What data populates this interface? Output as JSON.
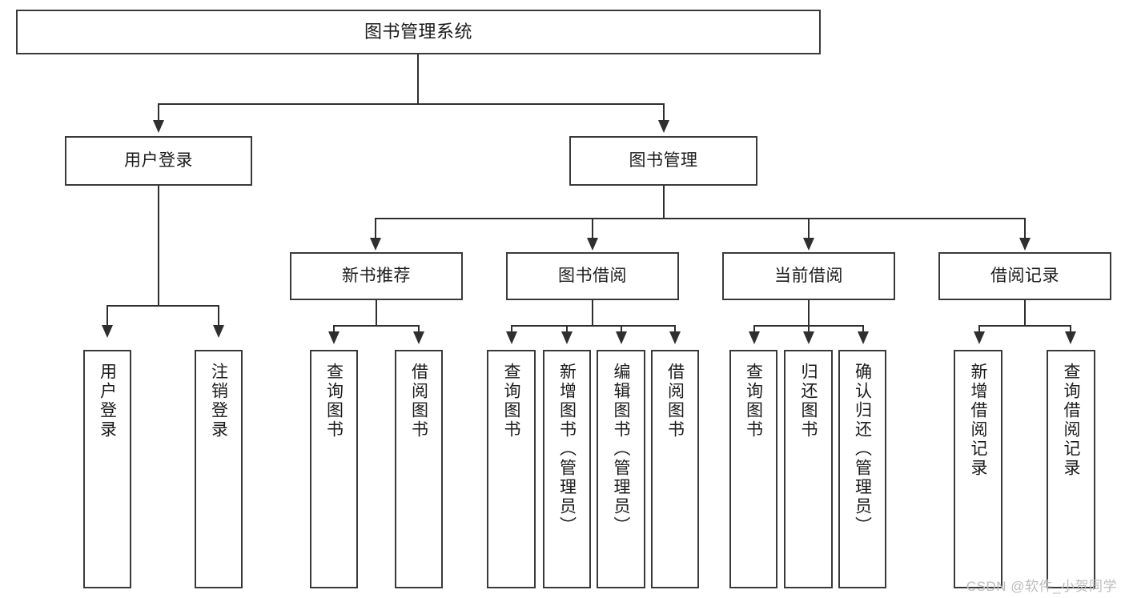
{
  "diagram": {
    "title_node": {
      "label": "图书管理系统"
    },
    "level2": [
      {
        "id": "user-login",
        "label": "用户登录"
      },
      {
        "id": "book-management",
        "label": "图书管理"
      }
    ],
    "level3": [
      {
        "id": "new-book-recommend",
        "label": "新书推荐"
      },
      {
        "id": "book-borrow",
        "label": "图书借阅"
      },
      {
        "id": "current-borrow",
        "label": "当前借阅"
      },
      {
        "id": "borrow-record",
        "label": "借阅记录"
      }
    ],
    "leaves": {
      "user_login": [
        {
          "id": "leaf-user-login",
          "label": "用户登录"
        },
        {
          "id": "leaf-logout-login",
          "label": "注销登录"
        }
      ],
      "new_book_recommend": [
        {
          "id": "leaf-query-book-1",
          "label": "查询图书"
        },
        {
          "id": "leaf-borrow-book-1",
          "label": "借阅图书"
        }
      ],
      "book_borrow": [
        {
          "id": "leaf-query-book-2",
          "label": "查询图书"
        },
        {
          "id": "leaf-add-book-admin",
          "label": "新增图书（管理员）"
        },
        {
          "id": "leaf-edit-book-admin",
          "label": "编辑图书（管理员）"
        },
        {
          "id": "leaf-borrow-book-2",
          "label": "借阅图书"
        }
      ],
      "current_borrow": [
        {
          "id": "leaf-query-book-3",
          "label": "查询图书"
        },
        {
          "id": "leaf-return-book",
          "label": "归还图书"
        },
        {
          "id": "leaf-confirm-return-admin",
          "label": "确认归还（管理员）"
        }
      ],
      "borrow_record": [
        {
          "id": "leaf-add-borrow-record",
          "label": "新增借阅记录"
        },
        {
          "id": "leaf-query-borrow-record",
          "label": "查询借阅记录"
        }
      ]
    }
  },
  "watermark": {
    "text": "CSDN @软件_小贺同学"
  },
  "colors": {
    "stroke": "#3a3a3a",
    "connector": "#2f2f2f",
    "text": "#1b1b1b",
    "background": "#ffffff",
    "watermark": "#bcbcbc"
  }
}
